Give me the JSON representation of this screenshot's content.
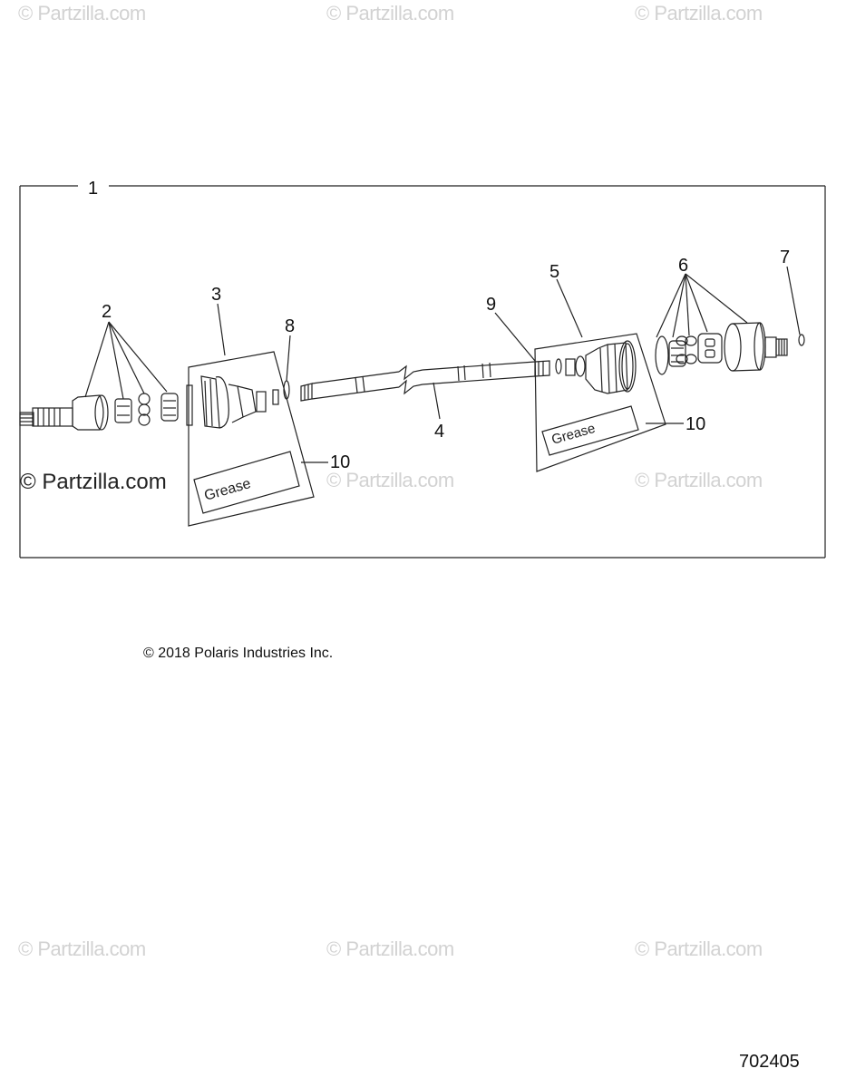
{
  "watermarks": [
    "© Partzilla.com",
    "© Partzilla.com",
    "© Partzilla.com",
    "© Partzilla.com",
    "© Partzilla.com",
    "© Partzilla.com",
    "© Partzilla.com",
    "© Partzilla.com"
  ],
  "brand_watermark": "© Partzilla.com",
  "callouts": {
    "c1": "1",
    "c2": "2",
    "c3": "3",
    "c4": "4",
    "c5": "5",
    "c6": "6",
    "c7": "7",
    "c8": "8",
    "c9": "9",
    "c10_left": "10",
    "c10_right": "10"
  },
  "kit_labels": {
    "left": "Grease",
    "right": "Grease"
  },
  "copyright": "© 2018 Polaris Industries Inc.",
  "diagram_id": "702405"
}
